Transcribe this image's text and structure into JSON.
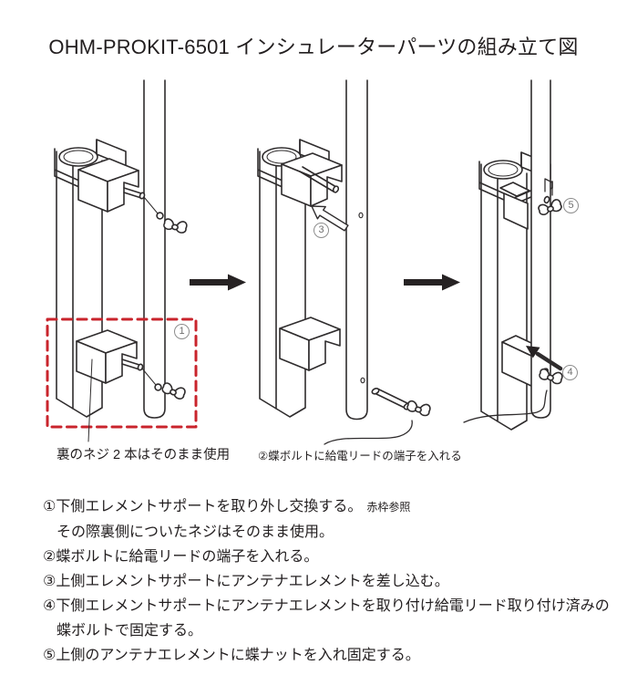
{
  "title": "OHM-PROKIT-6501 インシュレーターパーツの組み立て図",
  "markers": {
    "m1": "1",
    "m3": "3",
    "m4": "4",
    "m5": "5"
  },
  "captions": {
    "left": "裏のネジ 2 本はそのまま使用",
    "middle": "②蝶ボルトに給電リードの端子を入れる"
  },
  "instructions": [
    {
      "text": "①下側エレメントサポートを取り外し交換する。",
      "note": "赤枠参照"
    },
    {
      "text": "その際裏側についたネジはそのまま使用。"
    },
    {
      "text": "②蝶ボルトに給電リードの端子を入れる。"
    },
    {
      "text": "③上側エレメントサポートにアンテナエレメントを差し込む。"
    },
    {
      "text": "④下側エレメントサポートにアンテナエレメントを取り付け給電リード取り付け済みの"
    },
    {
      "text": "蝶ボルトで固定する。"
    },
    {
      "text": "⑤上側のアンテナエレメントに蝶ナットを入れ固定する。"
    }
  ],
  "colors": {
    "line": "#2f2c2d",
    "accent_red": "#c9242c"
  }
}
